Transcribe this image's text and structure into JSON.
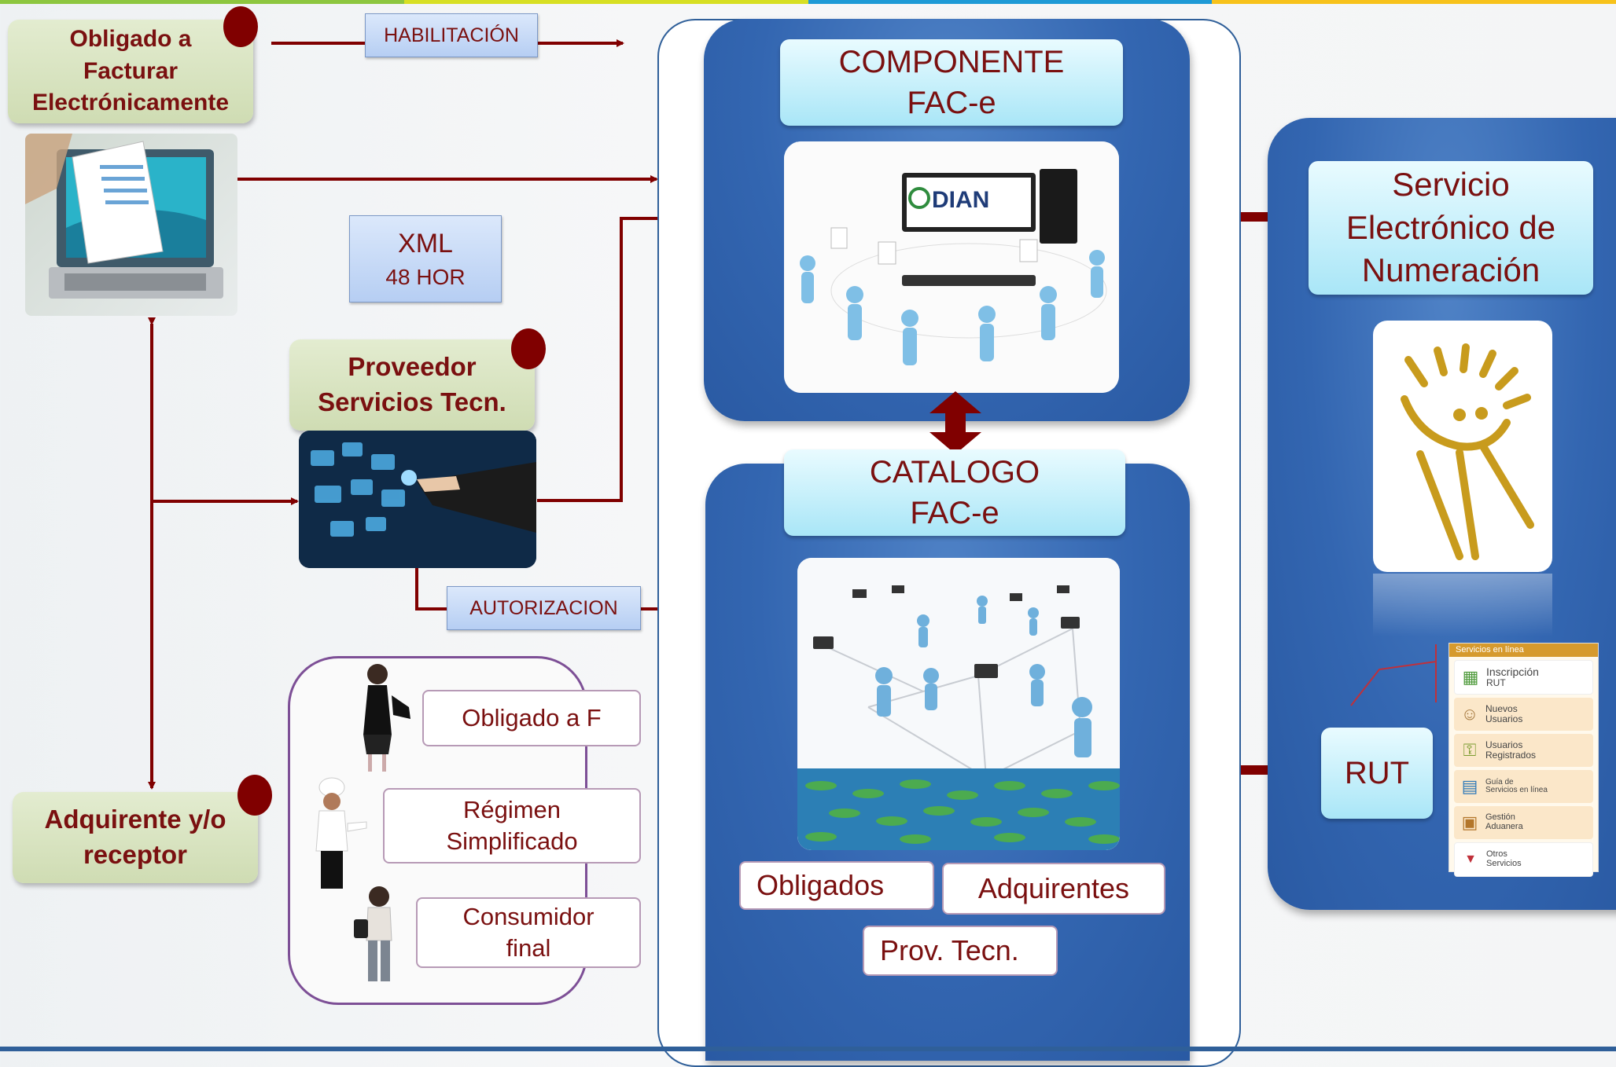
{
  "colors": {
    "dark_red": "#800000",
    "panel_blue": "#3366b1",
    "green_box": "#d8e4c0",
    "cyan_box": "#bfeefb"
  },
  "obligado": {
    "lines": [
      "Obligado a",
      "Facturar",
      "Electrónicamente"
    ]
  },
  "habilitacion": "HABILITACIÓN",
  "xml": {
    "line1": "XML",
    "line2": "48 HOR"
  },
  "proveedor": {
    "lines": [
      "Proveedor",
      "Servicios Tecn."
    ]
  },
  "autorizacion": "AUTORIZACION",
  "adquirente": {
    "lines": [
      "Adquirente y/o",
      "receptor"
    ]
  },
  "receivers": {
    "obligado_f": "Obligado a F",
    "regimen": [
      "Régimen",
      "Simplificado"
    ],
    "consumidor": [
      "Consumidor",
      "final"
    ]
  },
  "componente": {
    "line1": "COMPONENTE",
    "line2": "FAC-e"
  },
  "dian_logo": "DIAN",
  "catalogo": {
    "line1": "CATALOGO",
    "line2": "FAC-e"
  },
  "catalog_tags": {
    "obligados": "Obligados",
    "adquirentes": "Adquirentes",
    "prov": "Prov. Tecn."
  },
  "servicio": {
    "lines": [
      "Servicio",
      "Electrónico de",
      "Numeración"
    ]
  },
  "rut": "RUT",
  "services_panel": {
    "header": "Servicios en línea",
    "items": [
      {
        "line1": "Inscripción",
        "line2": "RUT",
        "icon": "form-icon"
      },
      {
        "line1": "Nuevos",
        "line2": "Usuarios",
        "icon": "people-icon"
      },
      {
        "line1": "Usuarios",
        "line2": "Registrados",
        "icon": "key-icon"
      },
      {
        "line1": "Guía de",
        "line2": "Servicios en línea",
        "icon": "guide-icon"
      },
      {
        "line1": "Gestión",
        "line2": "Aduanera",
        "icon": "box-icon"
      },
      {
        "line1": "Otros",
        "line2": "Servicios",
        "icon": "arrow-icon"
      }
    ]
  }
}
